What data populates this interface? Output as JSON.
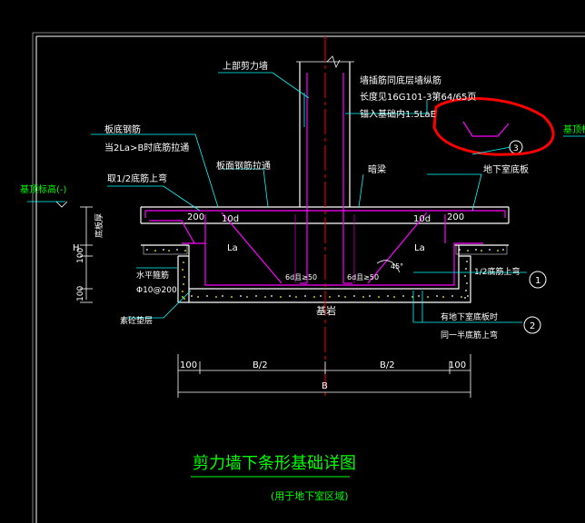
{
  "colors": {
    "background": "#000000",
    "frame": "#ffffff",
    "concrete": "#ffffff",
    "rebar": "#ff00ff",
    "axis": "#ff0000",
    "leader": "#00ffff",
    "text_white": "#ffffff",
    "text_green": "#00ff00",
    "text_yellow": "#ffff00",
    "hatch": "#ffff00",
    "markup": "#ff0000"
  },
  "drawing": {
    "title": "剪力墙下条形基础详图",
    "subtitle": "(用于地下室区域)",
    "labels": {
      "upper_wall": "上部剪力墙",
      "wall_rebar_note_1": "墙插筋同底层墙纵筋",
      "wall_rebar_note_2": "长度见16G101-3第64/65页",
      "wall_rebar_note_3": "锚入基础内1.5LaE",
      "slab_rebar_1": "板底钢筋",
      "slab_rebar_2": "当2La>B时底筋拉通",
      "slab_top_rebar": "板面钢筋拉通",
      "foundation_top_level": "基顶标高(-)",
      "half_bottom_rebar": "取1/2底筋上弯",
      "dark_beam": "暗梁",
      "basement_slab": "地下室底板",
      "dim_10d_left": "10d",
      "dim_10d_right": "10d",
      "dim_200_left": "200",
      "dim_200_right": "200",
      "la_left": "La",
      "la_right": "La",
      "slab_thickness": "底板厚",
      "h_label": "H",
      "dim_100_upper": "100",
      "dim_100_lower": "100",
      "horiz_rebar_1": "水平箍筋",
      "horiz_rebar_2": "Φ10@200",
      "plain_concrete": "素砼垫层",
      "six_d_left": "6d且≥50",
      "six_d_right": "6d且≥50",
      "angle": "45°",
      "foundation_bed": "基岩",
      "half_bottom_rebar_right": "1/2底筋上弯",
      "circle_1": "1",
      "basement_note_1": "有地下室底板时",
      "basement_note_2": "同一半底筋上弯",
      "circle_2": "2",
      "circle_3": "3",
      "dim_100_left": "100",
      "dim_b2_left": "B/2",
      "dim_b2_right": "B/2",
      "dim_100_right": "100",
      "dim_b": "B",
      "foundation_top_level_right": "基顶标"
    }
  }
}
